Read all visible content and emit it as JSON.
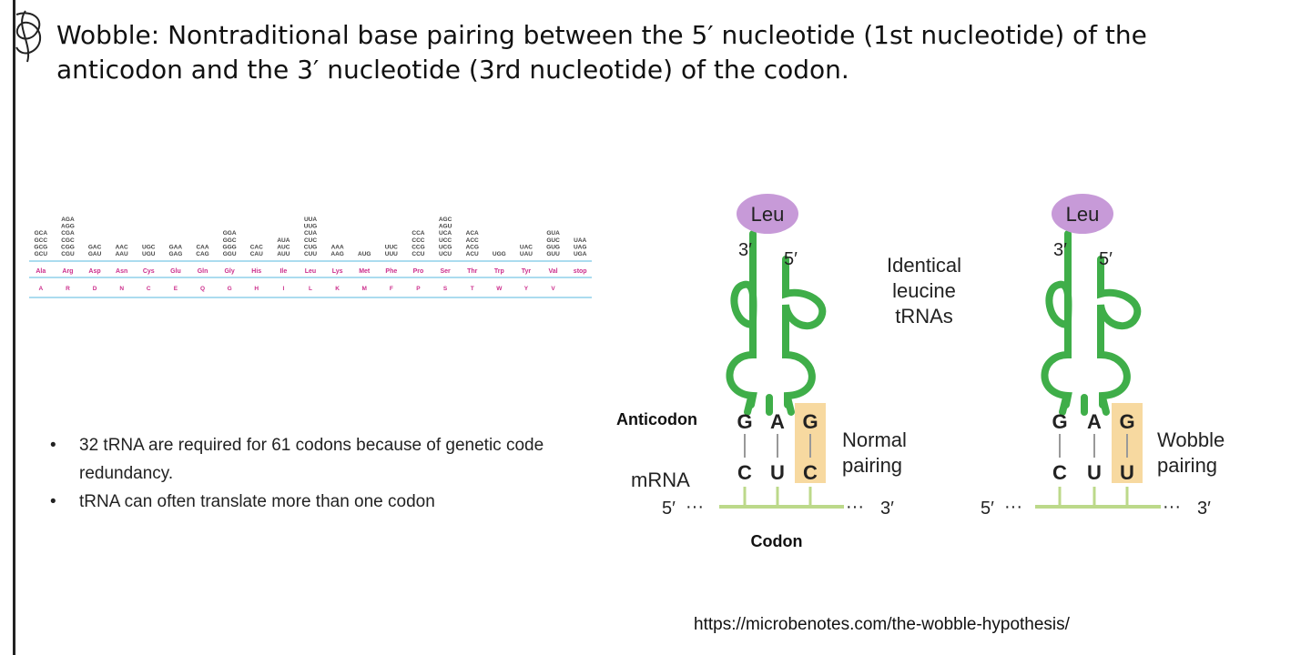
{
  "title": "Wobble: Nontraditional base pairing between the 5′ nucleotide (1st nucleotide) of the anticodon and the 3′ nucleotide (3rd nucleotide) of the codon.",
  "codon_table": {
    "amino_acids": [
      "Ala",
      "Arg",
      "Asp",
      "Asn",
      "Cys",
      "Glu",
      "Gln",
      "Gly",
      "His",
      "Ile",
      "Leu",
      "Lys",
      "Met",
      "Phe",
      "Pro",
      "Ser",
      "Thr",
      "Trp",
      "Tyr",
      "Val",
      "stop"
    ],
    "letters": [
      "A",
      "R",
      "D",
      "N",
      "C",
      "E",
      "Q",
      "G",
      "H",
      "I",
      "L",
      "K",
      "M",
      "F",
      "P",
      "S",
      "T",
      "W",
      "Y",
      "V",
      ""
    ],
    "codons": [
      [
        "GCA",
        "GCC",
        "GCG",
        "GCU"
      ],
      [
        "AGA",
        "AGG",
        "CGA",
        "CGC",
        "CGG",
        "CGU"
      ],
      [
        "GAC",
        "GAU"
      ],
      [
        "AAC",
        "AAU"
      ],
      [
        "UGC",
        "UGU"
      ],
      [
        "GAA",
        "GAG"
      ],
      [
        "CAA",
        "CAG"
      ],
      [
        "GGA",
        "GGC",
        "GGG",
        "GGU"
      ],
      [
        "CAC",
        "CAU"
      ],
      [
        "AUA",
        "AUC",
        "AUU"
      ],
      [
        "UUA",
        "UUG",
        "CUA",
        "CUC",
        "CUG",
        "CUU"
      ],
      [
        "AAA",
        "AAG"
      ],
      [
        "AUG"
      ],
      [
        "UUC",
        "UUU"
      ],
      [
        "CCA",
        "CCC",
        "CCG",
        "CCU"
      ],
      [
        "AGC",
        "AGU",
        "UCA",
        "UCC",
        "UCG",
        "UCU"
      ],
      [
        "ACA",
        "ACC",
        "ACG",
        "ACU"
      ],
      [
        "UGG"
      ],
      [
        "UAC",
        "UAU"
      ],
      [
        "GUA",
        "GUC",
        "GUG",
        "GUU"
      ],
      [
        "UAA",
        "UAG",
        "UGA"
      ]
    ],
    "colors": {
      "codon_text": "#444444",
      "aa_text": "#cc2e8c",
      "band_line": "#8fd0ea"
    }
  },
  "bullets": [
    "32 tRNA are required for 61 codons because of genetic code redundancy.",
    "tRNA can often translate more than one codon"
  ],
  "diagram": {
    "amino_acid": "Leu",
    "end_3": "3′",
    "end_5": "5′",
    "identical_label": [
      "Identical",
      "leucine",
      "tRNAs"
    ],
    "anticodon_label": "Anticodon",
    "mrna_label": "mRNA",
    "codon_label": "Codon",
    "mrna_5": "5′",
    "mrna_3": "3′",
    "left_pair": {
      "anticodon": [
        "G",
        "A",
        "G"
      ],
      "codon": [
        "C",
        "U",
        "C"
      ],
      "label": [
        "Normal",
        "pairing"
      ]
    },
    "right_pair": {
      "anticodon": [
        "G",
        "A",
        "G"
      ],
      "codon": [
        "C",
        "U",
        "U"
      ],
      "label": [
        "Wobble",
        "pairing"
      ]
    },
    "colors": {
      "trna": "#3fae49",
      "leu_fill": "#c79ad8",
      "highlight": "#f7d9a0",
      "mrna_line": "#bcd98a"
    }
  },
  "source_url": "https://microbenotes.com/the-wobble-hypothesis/"
}
